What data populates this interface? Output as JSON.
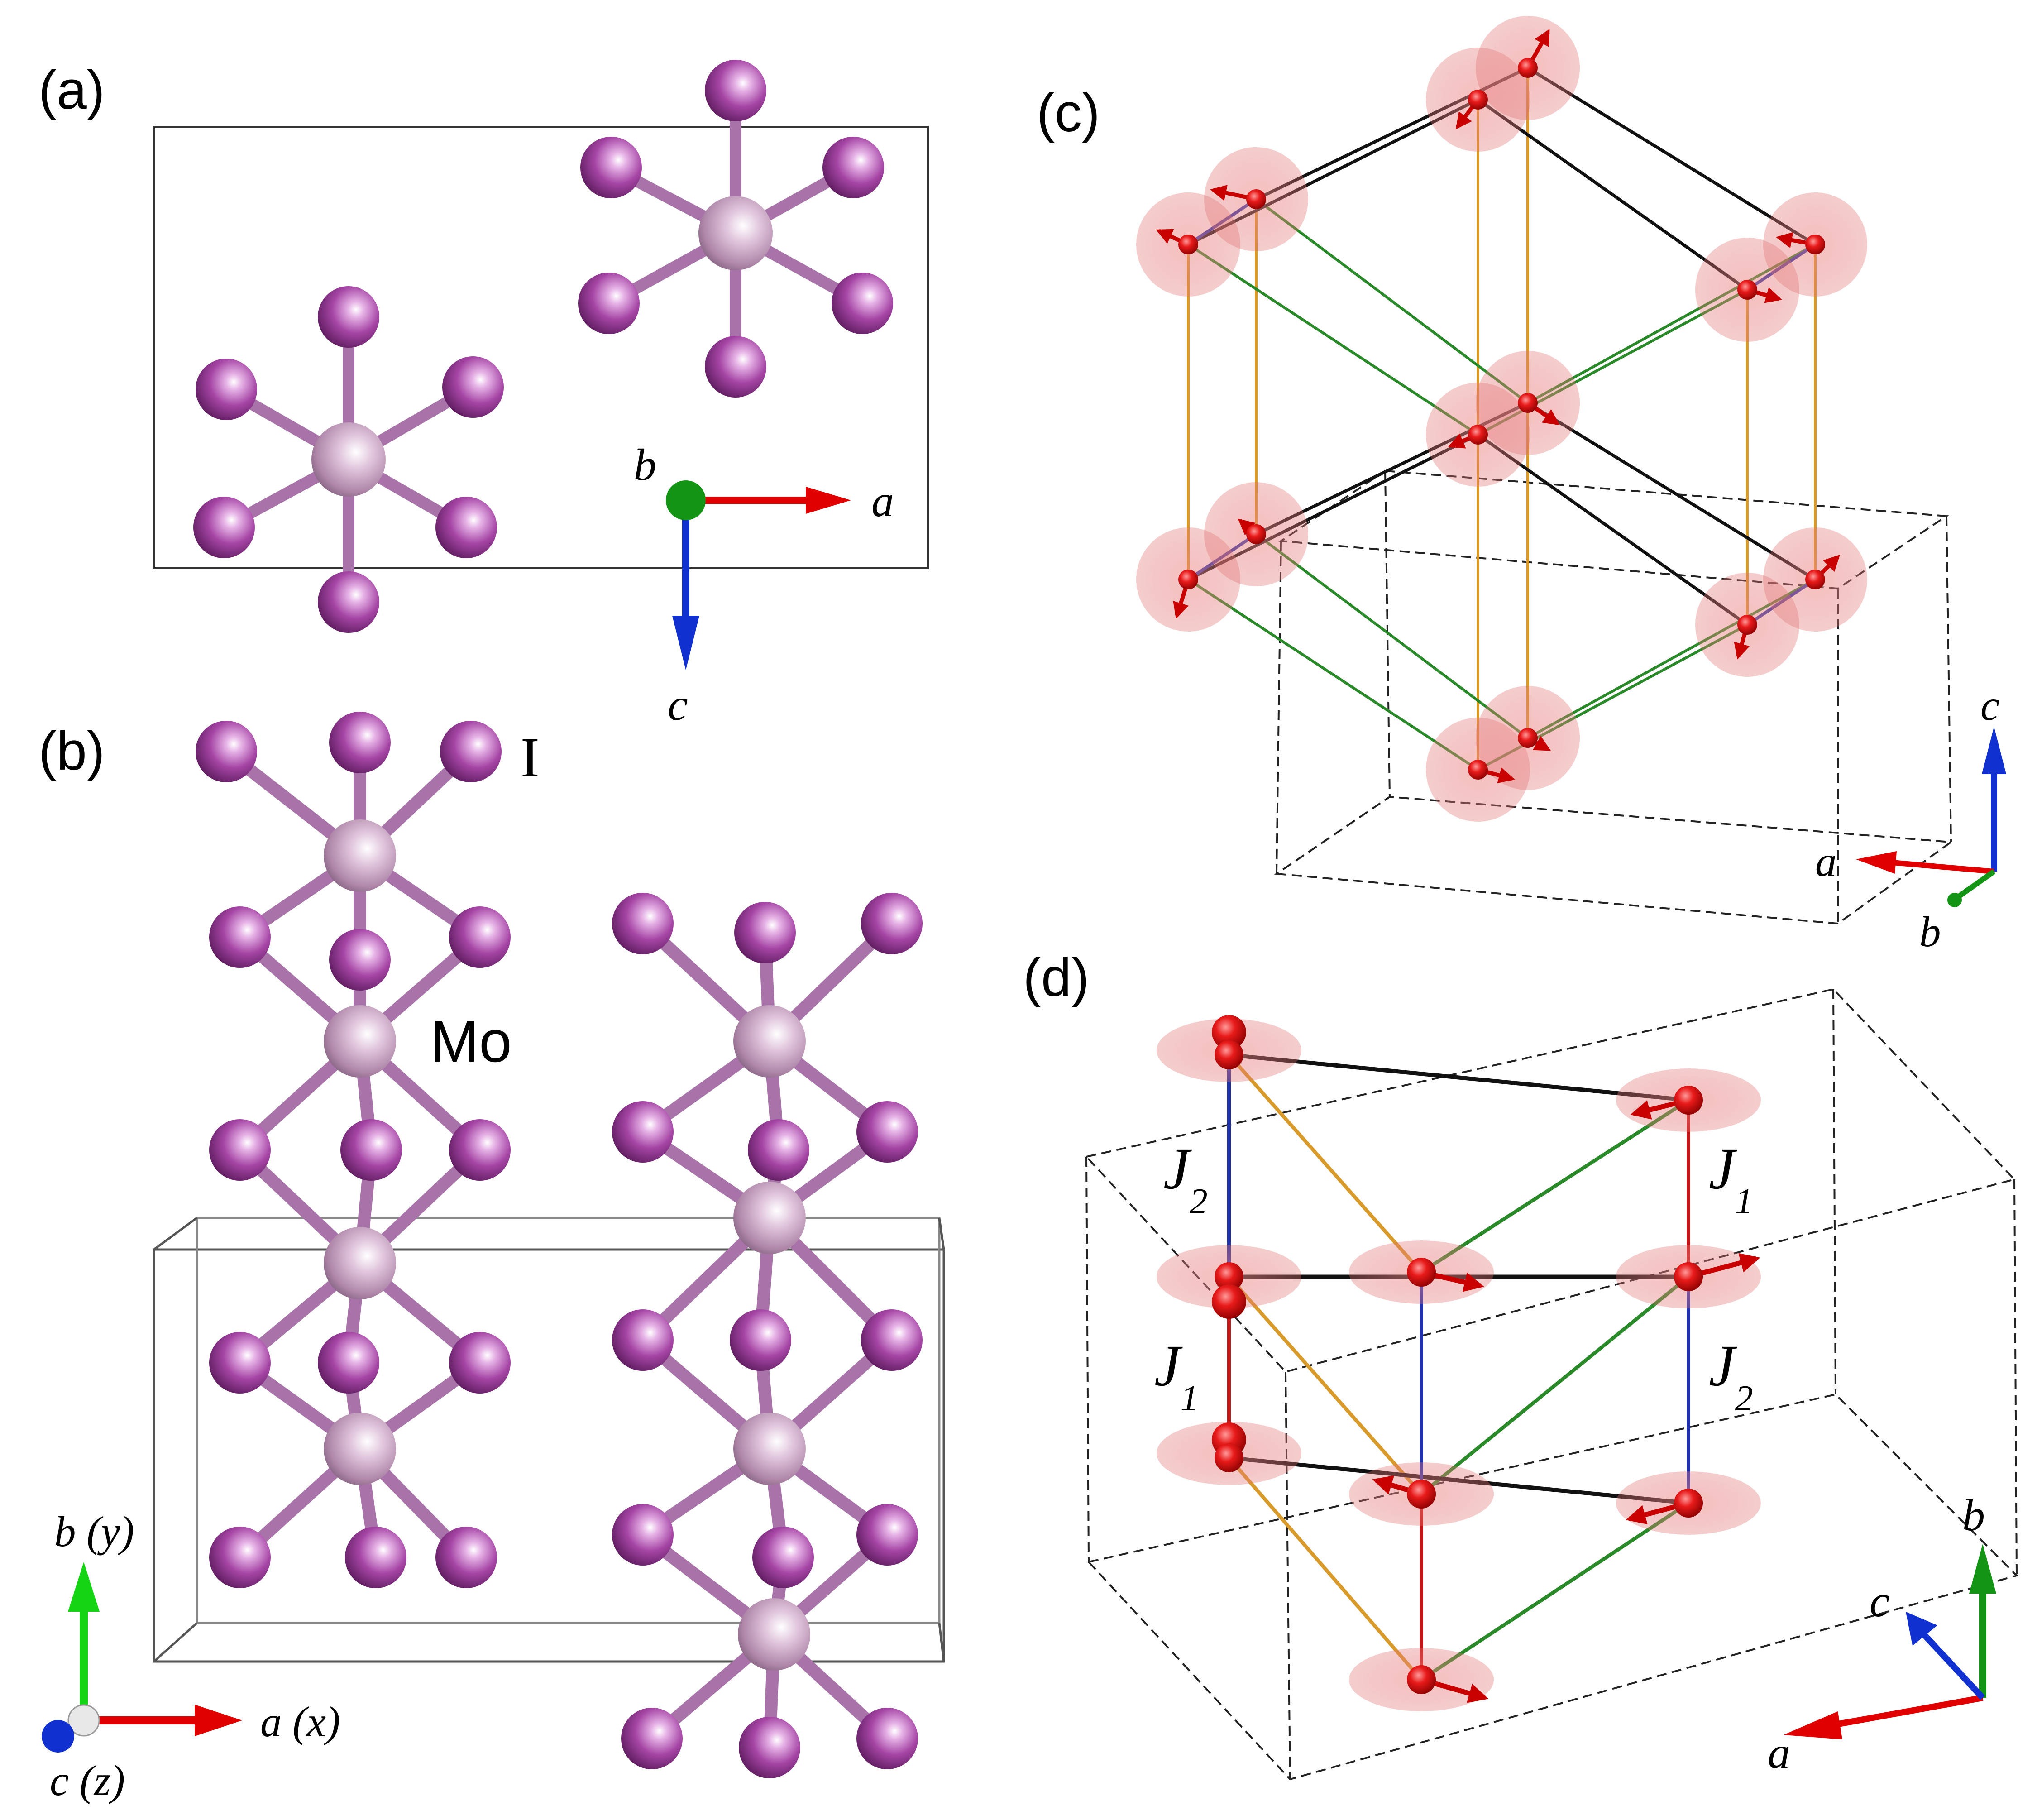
{
  "panels": {
    "a": {
      "label": "(a)",
      "axes": {
        "horizontal": "a",
        "depth": "b",
        "vertical": "c"
      }
    },
    "b": {
      "label": "(b)",
      "atom_labels": {
        "iodine": "I",
        "molybdenum": "Mo"
      },
      "axes": {
        "horizontal": "a (x)",
        "vertical": "b (y)",
        "depth": "c (z)"
      }
    },
    "c": {
      "label": "(c)",
      "axes": {
        "vertical": "c",
        "horizontal": "a",
        "depth": "b"
      }
    },
    "d": {
      "label": "(d)",
      "exchange_labels": [
        {
          "symbol": "J",
          "sub": "2"
        },
        {
          "symbol": "J",
          "sub": "1"
        },
        {
          "symbol": "J",
          "sub": "1"
        },
        {
          "symbol": "J",
          "sub": "2"
        }
      ],
      "axes": {
        "vertical": "b",
        "diagonal": "c",
        "horizontal": "a"
      }
    }
  },
  "colors": {
    "iodine": "#9b3a9b",
    "molybdenum": "#c9a3c2",
    "spin_sphere": "#d94040",
    "axis_a": "#e00000",
    "axis_b_green": "#149414",
    "axis_c_blue": "#1030d0",
    "bond_black": "#111111",
    "bond_orange": "#d89a2a",
    "bond_green": "#2a8a2a",
    "bond_blue": "#2233aa",
    "bond_red": "#c01818"
  }
}
